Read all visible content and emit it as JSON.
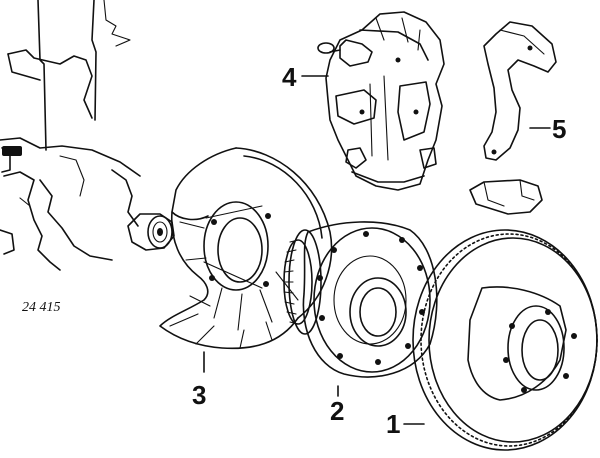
{
  "diagram_code": "24 415",
  "callouts": {
    "brake_rotor": "1",
    "wheel_hub": "2",
    "dust_shield": "3",
    "brake_caliper": "4",
    "caliper_bracket": "5"
  },
  "colors": {
    "ink": "#111111",
    "background": "#ffffff"
  }
}
